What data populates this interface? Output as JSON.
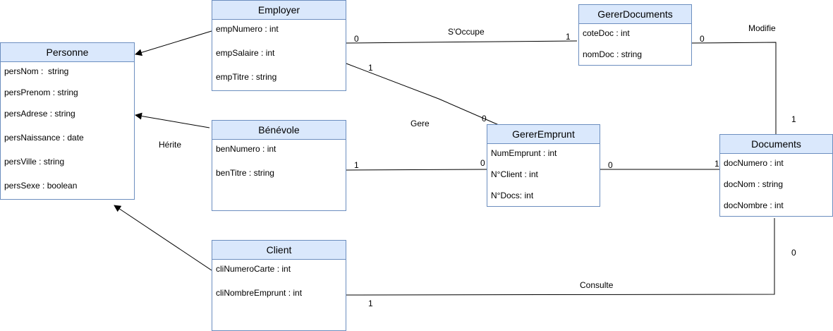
{
  "classes": {
    "personne": {
      "name": "Personne",
      "attributes": [
        "persNom :  string",
        "persPrenom : string",
        "persAdrese : string",
        "persNaissance : date",
        "persVille : string",
        "persSexe : boolean"
      ]
    },
    "employer": {
      "name": "Employer",
      "attributes": [
        "empNumero : int",
        "empSalaire : int",
        "empTitre : string"
      ]
    },
    "benevole": {
      "name": "Bénévole",
      "attributes": [
        "benNumero : int",
        "benTitre : string"
      ]
    },
    "client": {
      "name": "Client",
      "attributes": [
        "cliNumeroCarte : int",
        "cliNombreEmprunt : int"
      ]
    },
    "gererDocuments": {
      "name": "GererDocuments",
      "attributes": [
        "coteDoc : int",
        "nomDoc : string"
      ]
    },
    "gererEmprunt": {
      "name": "GererEmprunt",
      "attributes": [
        "NumEmprunt : int",
        "N°Client : int",
        "N°Docs: int"
      ]
    },
    "documents": {
      "name": "Documents",
      "attributes": [
        "docNumero : int",
        "docNom : string",
        "docNombre : int"
      ]
    }
  },
  "associations": {
    "soccupe": {
      "label": "S'Occupe",
      "from_mult": "0",
      "to_mult": "1"
    },
    "gere": {
      "label": "Gere",
      "from_mult": "1",
      "to_mult": "0"
    },
    "modifie": {
      "label": "Modifie",
      "from_mult": "0",
      "to_mult": "1"
    },
    "benevole_emprunt": {
      "from_mult": "1",
      "to_mult": "0"
    },
    "emprunt_documents": {
      "from_mult": "0",
      "to_mult": "1"
    },
    "consulte": {
      "label": "Consulte",
      "from_mult": "1",
      "to_mult": "0"
    },
    "herite": {
      "label": "Hérite"
    }
  },
  "colors": {
    "class_header_fill": "#dae8fc",
    "class_border": "#6c8ebf",
    "line": "#000000"
  }
}
